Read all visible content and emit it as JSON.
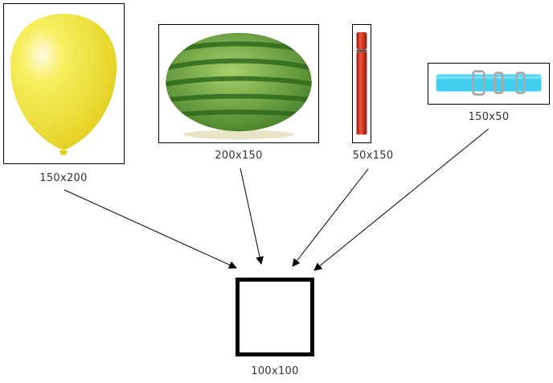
{
  "images": [
    {
      "id": "balloon",
      "label": "150x200",
      "color": "#f2ea3c"
    },
    {
      "id": "watermelon",
      "label": "200x150",
      "color": "#3f8a2e"
    },
    {
      "id": "thermos",
      "label": "50x150",
      "color": "#d52a1a"
    },
    {
      "id": "collar",
      "label": "150x50",
      "color": "#3fd0f0"
    }
  ],
  "target": {
    "label": "100x100"
  }
}
